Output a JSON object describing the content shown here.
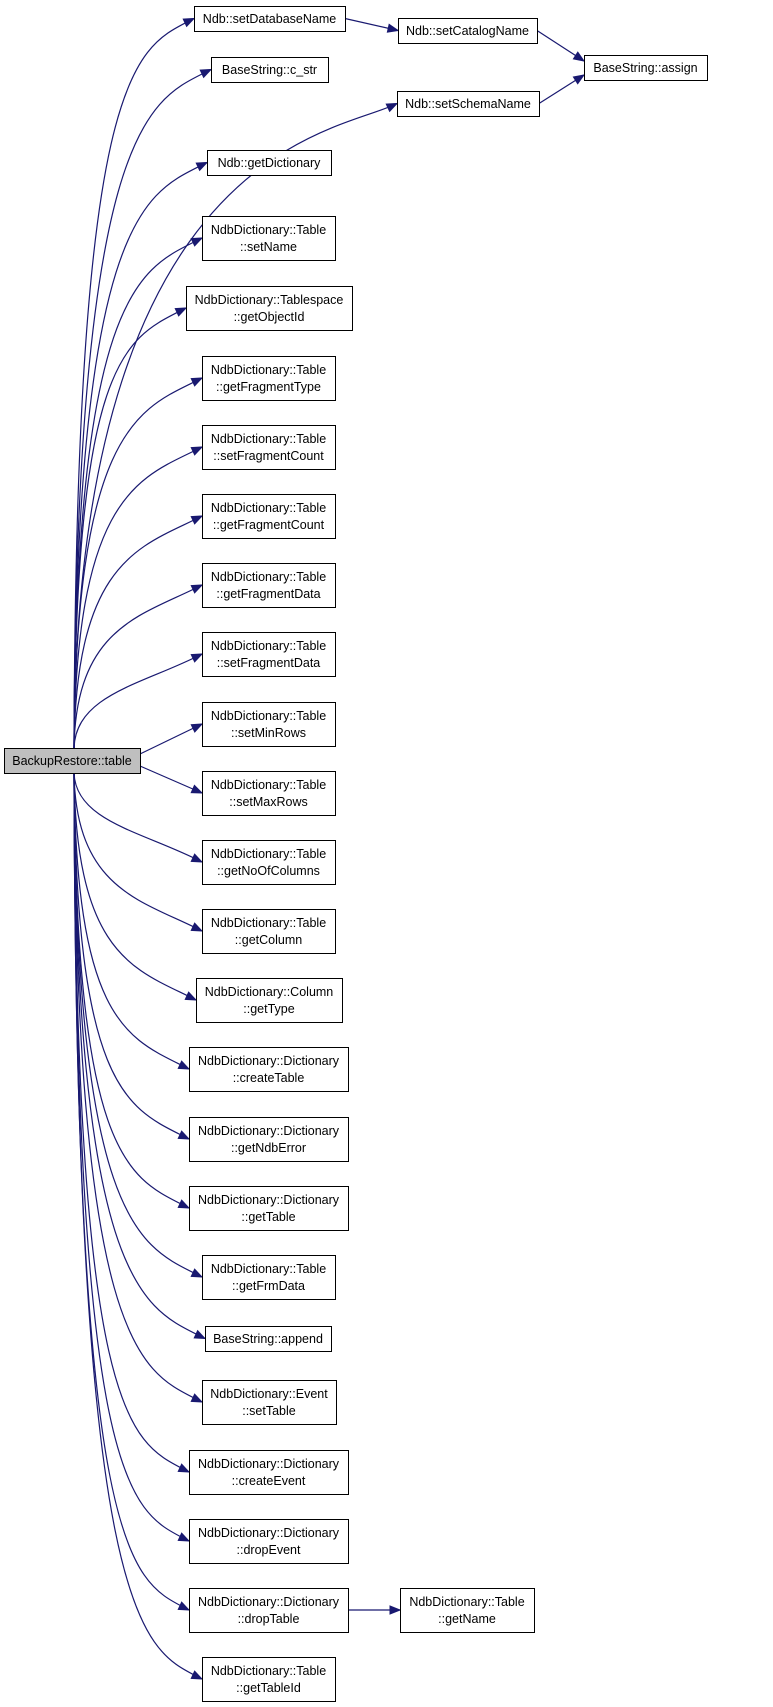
{
  "graph": {
    "edge_color": "#191970",
    "root_fill": "#bfbfbf",
    "nodes": [
      {
        "id": "root",
        "lines": [
          "BackupRestore::table"
        ]
      },
      {
        "id": "setDatabaseName",
        "lines": [
          "Ndb::setDatabaseName"
        ]
      },
      {
        "id": "setCatalogName",
        "lines": [
          "Ndb::setCatalogName"
        ]
      },
      {
        "id": "assign",
        "lines": [
          "BaseString::assign"
        ]
      },
      {
        "id": "c_str",
        "lines": [
          "BaseString::c_str"
        ]
      },
      {
        "id": "setSchemaName",
        "lines": [
          "Ndb::setSchemaName"
        ]
      },
      {
        "id": "getDictionary",
        "lines": [
          "Ndb::getDictionary"
        ]
      },
      {
        "id": "tbl_setName",
        "lines": [
          "NdbDictionary::Table",
          "::setName"
        ]
      },
      {
        "id": "ts_getObjectId",
        "lines": [
          "NdbDictionary::Tablespace",
          "::getObjectId"
        ]
      },
      {
        "id": "tbl_getFragmentType",
        "lines": [
          "NdbDictionary::Table",
          "::getFragmentType"
        ]
      },
      {
        "id": "tbl_setFragmentCount",
        "lines": [
          "NdbDictionary::Table",
          "::setFragmentCount"
        ]
      },
      {
        "id": "tbl_getFragmentCount",
        "lines": [
          "NdbDictionary::Table",
          "::getFragmentCount"
        ]
      },
      {
        "id": "tbl_getFragmentData",
        "lines": [
          "NdbDictionary::Table",
          "::getFragmentData"
        ]
      },
      {
        "id": "tbl_setFragmentData",
        "lines": [
          "NdbDictionary::Table",
          "::setFragmentData"
        ]
      },
      {
        "id": "tbl_setMinRows",
        "lines": [
          "NdbDictionary::Table",
          "::setMinRows"
        ]
      },
      {
        "id": "tbl_setMaxRows",
        "lines": [
          "NdbDictionary::Table",
          "::setMaxRows"
        ]
      },
      {
        "id": "tbl_getNoOfColumns",
        "lines": [
          "NdbDictionary::Table",
          "::getNoOfColumns"
        ]
      },
      {
        "id": "tbl_getColumn",
        "lines": [
          "NdbDictionary::Table",
          "::getColumn"
        ]
      },
      {
        "id": "col_getType",
        "lines": [
          "NdbDictionary::Column",
          "::getType"
        ]
      },
      {
        "id": "dict_createTable",
        "lines": [
          "NdbDictionary::Dictionary",
          "::createTable"
        ]
      },
      {
        "id": "dict_getNdbError",
        "lines": [
          "NdbDictionary::Dictionary",
          "::getNdbError"
        ]
      },
      {
        "id": "dict_getTable",
        "lines": [
          "NdbDictionary::Dictionary",
          "::getTable"
        ]
      },
      {
        "id": "tbl_getFrmData",
        "lines": [
          "NdbDictionary::Table",
          "::getFrmData"
        ]
      },
      {
        "id": "append",
        "lines": [
          "BaseString::append"
        ]
      },
      {
        "id": "evt_setTable",
        "lines": [
          "NdbDictionary::Event",
          "::setTable"
        ]
      },
      {
        "id": "dict_createEvent",
        "lines": [
          "NdbDictionary::Dictionary",
          "::createEvent"
        ]
      },
      {
        "id": "dict_dropEvent",
        "lines": [
          "NdbDictionary::Dictionary",
          "::dropEvent"
        ]
      },
      {
        "id": "dict_dropTable",
        "lines": [
          "NdbDictionary::Dictionary",
          "::dropTable"
        ]
      },
      {
        "id": "tbl_getName",
        "lines": [
          "NdbDictionary::Table",
          "::getName"
        ]
      },
      {
        "id": "tbl_getTableId",
        "lines": [
          "NdbDictionary::Table",
          "::getTableId"
        ]
      }
    ],
    "edges": [
      {
        "from": "root",
        "to": "setDatabaseName"
      },
      {
        "from": "root",
        "to": "c_str"
      },
      {
        "from": "root",
        "to": "setSchemaName"
      },
      {
        "from": "root",
        "to": "getDictionary"
      },
      {
        "from": "root",
        "to": "tbl_setName"
      },
      {
        "from": "root",
        "to": "ts_getObjectId"
      },
      {
        "from": "root",
        "to": "tbl_getFragmentType"
      },
      {
        "from": "root",
        "to": "tbl_setFragmentCount"
      },
      {
        "from": "root",
        "to": "tbl_getFragmentCount"
      },
      {
        "from": "root",
        "to": "tbl_getFragmentData"
      },
      {
        "from": "root",
        "to": "tbl_setFragmentData"
      },
      {
        "from": "root",
        "to": "tbl_setMinRows"
      },
      {
        "from": "root",
        "to": "tbl_setMaxRows"
      },
      {
        "from": "root",
        "to": "tbl_getNoOfColumns"
      },
      {
        "from": "root",
        "to": "tbl_getColumn"
      },
      {
        "from": "root",
        "to": "col_getType"
      },
      {
        "from": "root",
        "to": "dict_createTable"
      },
      {
        "from": "root",
        "to": "dict_getNdbError"
      },
      {
        "from": "root",
        "to": "dict_getTable"
      },
      {
        "from": "root",
        "to": "tbl_getFrmData"
      },
      {
        "from": "root",
        "to": "append"
      },
      {
        "from": "root",
        "to": "evt_setTable"
      },
      {
        "from": "root",
        "to": "dict_createEvent"
      },
      {
        "from": "root",
        "to": "dict_dropEvent"
      },
      {
        "from": "root",
        "to": "dict_dropTable"
      },
      {
        "from": "root",
        "to": "tbl_getTableId"
      },
      {
        "from": "setDatabaseName",
        "to": "setCatalogName"
      },
      {
        "from": "setCatalogName",
        "to": "assign"
      },
      {
        "from": "setSchemaName",
        "to": "assign"
      },
      {
        "from": "dict_dropTable",
        "to": "tbl_getName"
      }
    ]
  }
}
